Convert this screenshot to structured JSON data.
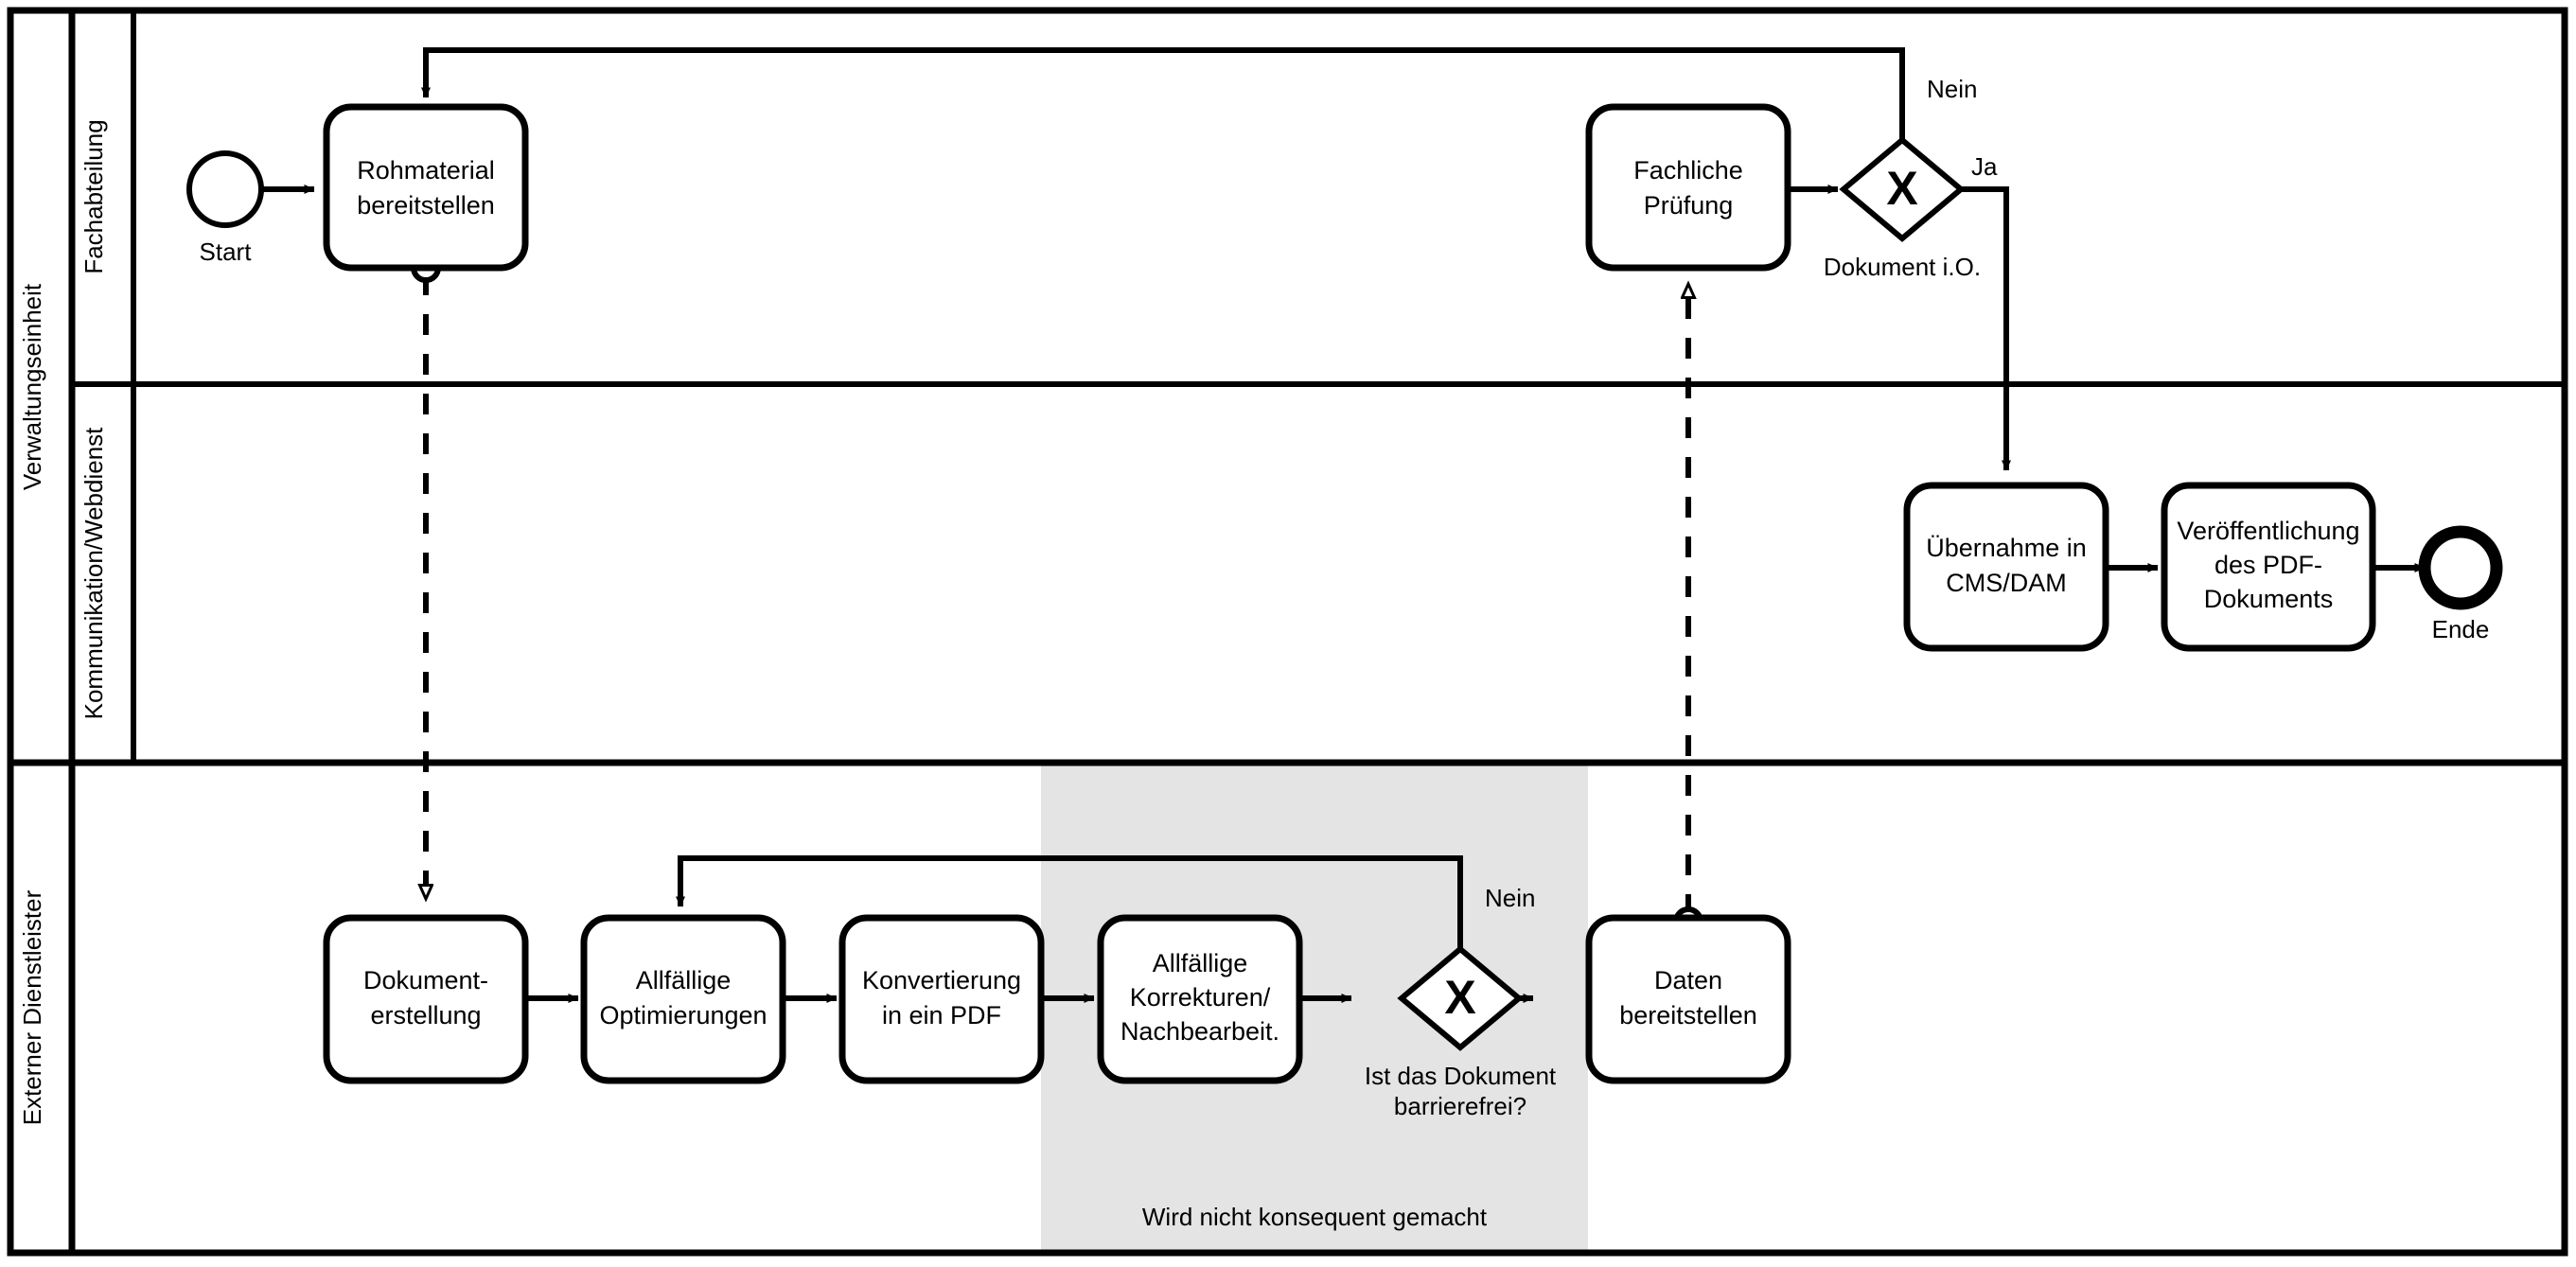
{
  "diagram": {
    "type": "bpmn-process",
    "pool_title": "Verwaltungseinheit",
    "lanes": [
      {
        "id": "lane-fachabteilung",
        "label": "Fachabteilung"
      },
      {
        "id": "lane-kommunikation",
        "label": "Kommunikation/Webdienst"
      },
      {
        "id": "lane-externer",
        "label": "Externer Dienstleister"
      }
    ],
    "events": [
      {
        "id": "start-event",
        "type": "start",
        "label": "Start"
      },
      {
        "id": "end-event",
        "type": "end",
        "label": "Ende"
      }
    ],
    "tasks": [
      {
        "id": "task-rohmaterial",
        "lane": "lane-fachabteilung",
        "line1": "Rohmaterial",
        "line2": "bereitstellen"
      },
      {
        "id": "task-fachliche-pruefung",
        "lane": "lane-fachabteilung",
        "line1": "Fachliche",
        "line2": "Prüfung"
      },
      {
        "id": "task-uebernahme-cms",
        "lane": "lane-kommunikation",
        "line1": "Übernahme in",
        "line2": "CMS/DAM"
      },
      {
        "id": "task-veroeffentlichung",
        "lane": "lane-kommunikation",
        "line1": "Veröffentlichung",
        "line2": "des PDF-",
        "line3": "Dokuments"
      },
      {
        "id": "task-dokumenterstellung",
        "lane": "lane-externer",
        "line1": "Dokument-",
        "line2": "erstellung"
      },
      {
        "id": "task-optimierungen",
        "lane": "lane-externer",
        "line1": "Allfällige",
        "line2": "Optimierungen"
      },
      {
        "id": "task-konvertierung",
        "lane": "lane-externer",
        "line1": "Konvertierung",
        "line2": "in ein PDF"
      },
      {
        "id": "task-korrekturen",
        "lane": "lane-externer",
        "line1": "Allfällige",
        "line2": "Korrekturen/",
        "line3": "Nachbearbeit."
      },
      {
        "id": "task-daten-bereitstellen",
        "lane": "lane-externer",
        "line1": "Daten",
        "line2": "bereitstellen"
      }
    ],
    "gateways": [
      {
        "id": "gateway-dokument-io",
        "symbol": "X",
        "label": "Dokument i.O.",
        "lane": "lane-fachabteilung"
      },
      {
        "id": "gateway-barrierefrei",
        "symbol": "X",
        "label_line1": "Ist das Dokument",
        "label_line2": "barrierefrei?",
        "lane": "lane-externer"
      }
    ],
    "flow_labels": {
      "nein_top": "Nein",
      "ja_top": "Ja",
      "nein_bottom": "Nein"
    },
    "annotation": {
      "text": "Wird nicht konsequent gemacht",
      "highlight_color": "#e4e4e4"
    },
    "colors": {
      "stroke": "#000000",
      "fill": "#ffffff",
      "highlight": "#e4e4e4"
    }
  }
}
